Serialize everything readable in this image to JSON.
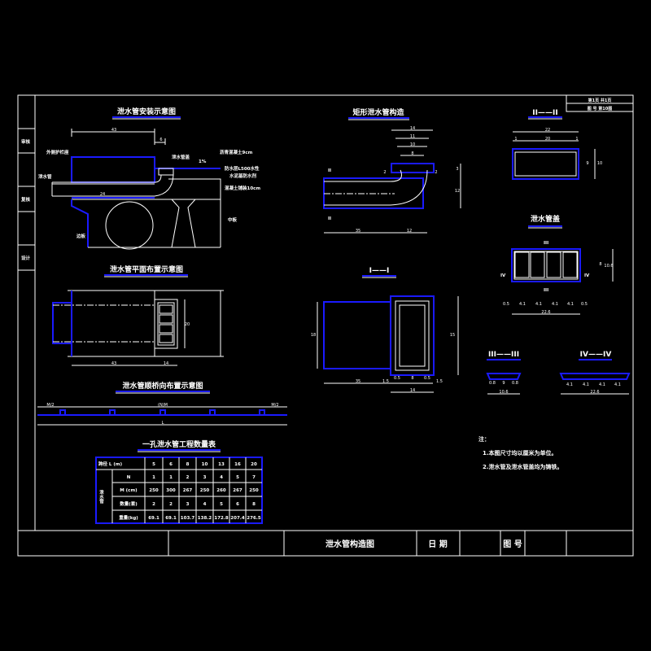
{
  "sidebar": {
    "labels": [
      "审核",
      "复核",
      "设计"
    ]
  },
  "page_box": {
    "line1": "第1页 共1页",
    "line2": "图 号 第10图"
  },
  "views": {
    "install": {
      "title": "泄水管安装示意图",
      "labels": [
        "外侧护栏座",
        "泄水管",
        "泄水管盖",
        "1%",
        "沥青混凝土9cm",
        "防水层L500水性",
        "水泥基防水剂",
        "混凝土铺装10cm",
        "中板",
        "边板"
      ],
      "dims": [
        "43",
        "6",
        "24"
      ]
    },
    "rect_pipe": {
      "title": "矩形泄水管构造",
      "section_marks": [
        "II",
        "II"
      ],
      "dims": [
        "14",
        "11",
        "10",
        "8",
        "2",
        "2",
        "3",
        "12",
        "35",
        "12"
      ]
    },
    "section_2": {
      "title": "II——II",
      "dims": [
        "22",
        "20",
        "1",
        "1",
        "9",
        "10"
      ]
    },
    "plan": {
      "title": "泄水管平面布置示意图",
      "dims": [
        "43",
        "14",
        "20"
      ]
    },
    "section_1": {
      "title": "I——I",
      "dims": [
        "35",
        "1.5",
        "0.5",
        "8",
        "0.5",
        "1.5",
        "14",
        "18",
        "15"
      ]
    },
    "cover": {
      "title": "泄水管盖",
      "section_marks": [
        "III",
        "III",
        "IV",
        "IV"
      ],
      "dims": [
        "0.5",
        "4.1",
        "4.1",
        "4.1",
        "4.1",
        "0.5",
        "22.6",
        "10.6",
        "8"
      ]
    },
    "section_3": {
      "title": "III——III",
      "dims": [
        "0.8",
        "9",
        "0.8",
        "10.6"
      ]
    },
    "section_4": {
      "title": "IV——IV",
      "dims": [
        "4.1",
        "4.1",
        "4.1",
        "4.1",
        "22.6"
      ]
    },
    "layout": {
      "title": "泄水管顺桥向布置示意图",
      "dims": [
        "M/2",
        "(N)M",
        "M/2",
        "L"
      ]
    }
  },
  "table": {
    "title": "一孔泄水管工程数量表",
    "header_label": "跨径 L (m)",
    "spans": [
      "5",
      "6",
      "8",
      "10",
      "13",
      "16",
      "20"
    ],
    "group_label": "泄水管",
    "rows": [
      {
        "label": "N",
        "values": [
          "1",
          "1",
          "2",
          "3",
          "4",
          "5",
          "7"
        ]
      },
      {
        "label": "M (cm)",
        "values": [
          "250",
          "300",
          "267",
          "250",
          "260",
          "267",
          "250"
        ]
      },
      {
        "label": "数量(套)",
        "values": [
          "2",
          "2",
          "3",
          "4",
          "5",
          "6",
          "8"
        ]
      },
      {
        "label": "重量(kg)",
        "values": [
          "69.1",
          "69.1",
          "103.7",
          "138.2",
          "172.8",
          "207.4",
          "276.5"
        ]
      }
    ]
  },
  "notes": {
    "heading": "注：",
    "items": [
      "1.本图尺寸均以厘米为单位。",
      "2.泄水管及泄水管盖均为铸铁。"
    ]
  },
  "title_block": {
    "drawing_title": "泄水管构造图",
    "date_label": "日 期",
    "number_label": "图 号"
  },
  "colors": {
    "background": "#000000",
    "line": "#ffffff",
    "accent": "#1a1aff"
  }
}
